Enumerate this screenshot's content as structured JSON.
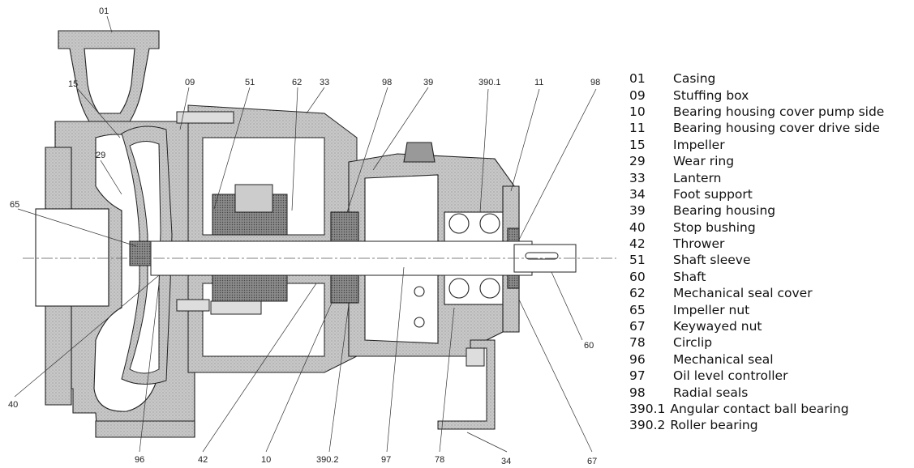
{
  "callouts": {
    "c01": "01",
    "c15": "15",
    "c09": "09",
    "c51": "51",
    "c62": "62",
    "c33": "33",
    "c98a": "98",
    "c39": "39",
    "c3901": "390.1",
    "c11": "11",
    "c98b": "98",
    "c29": "29",
    "c65": "65",
    "c40": "40",
    "c60": "60",
    "c96": "96",
    "c42": "42",
    "c10": "10",
    "c3902": "390.2",
    "c97": "97",
    "c78": "78",
    "c34": "34",
    "c67": "67"
  },
  "legend": [
    {
      "code": "01",
      "desc": "Casing"
    },
    {
      "code": "09",
      "desc": "Stuffing box"
    },
    {
      "code": "10",
      "desc": "Bearing housing cover pump side"
    },
    {
      "code": "11",
      "desc": "Bearing housing cover drive side"
    },
    {
      "code": "15",
      "desc": "Impeller"
    },
    {
      "code": "29",
      "desc": "Wear ring"
    },
    {
      "code": "33",
      "desc": "Lantern"
    },
    {
      "code": "34",
      "desc": "Foot support"
    },
    {
      "code": "39",
      "desc": "Bearing housing"
    },
    {
      "code": "40",
      "desc": "Stop bushing"
    },
    {
      "code": "42",
      "desc": "Thrower"
    },
    {
      "code": "51",
      "desc": "Shaft sleeve"
    },
    {
      "code": "60",
      "desc": "Shaft"
    },
    {
      "code": "62",
      "desc": "Mechanical seal cover"
    },
    {
      "code": "65",
      "desc": "Impeller nut"
    },
    {
      "code": "67",
      "desc": "Keywayed nut"
    },
    {
      "code": "78",
      "desc": "Circlip"
    },
    {
      "code": "96",
      "desc": "Mechanical seal"
    },
    {
      "code": "97",
      "desc": "Oil level controller"
    },
    {
      "code": "98",
      "desc": "Radial seals"
    },
    {
      "code": "390.1",
      "desc": "Angular contact ball bearing"
    },
    {
      "code": "390.2",
      "desc": "Roller bearing"
    }
  ]
}
